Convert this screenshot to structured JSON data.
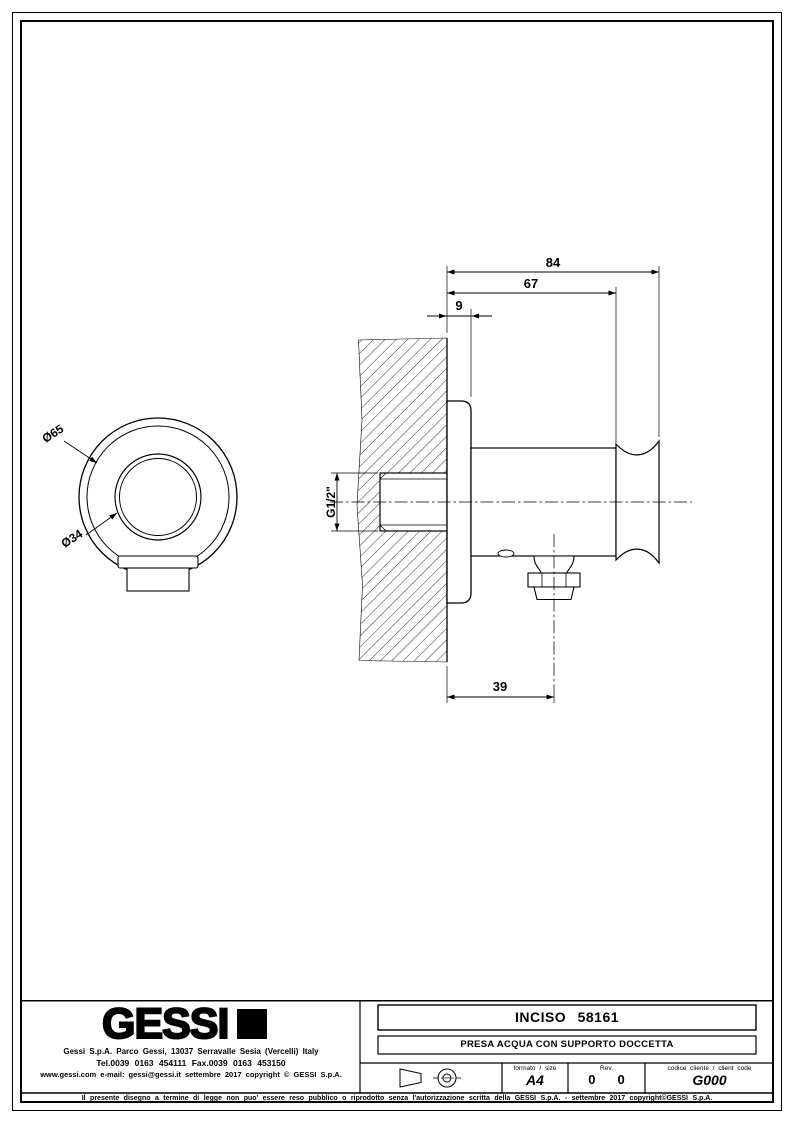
{
  "drawing": {
    "dims": {
      "d84": "84",
      "d67": "67",
      "d9": "9",
      "g12": "G1/2\"",
      "d39": "39",
      "dia65": "Ø65",
      "dia34": "Ø34"
    }
  },
  "title_block": {
    "logo_text": "GESSI",
    "title": "INCISO 58161",
    "subtitle": "PRESA ACQUA CON SUPPORTO DOCCETTA",
    "address_line1": "Gessi S.p.A. Parco Gessi, 13037 Serravalle Sesia (Vercelli) Italy",
    "address_line2": "Tel.0039 0163 454111 Fax.0039 0163 453150",
    "address_line3": "www.gessi.com e-mail: gessi@gessi.it settembre 2017 copyright © GESSI S.p.A.",
    "formato_label": "formato / size",
    "formato_value": "A4",
    "rev_label": "Rev.",
    "rev_value1": "0",
    "rev_value2": "0",
    "code_label": "codice cliente / client code",
    "code_value": "G000",
    "disclaimer": "Il presente disegno a termine di legge non puo' essere reso pubblico o riprodotto senza l'autorizzazione scritta della GESSI S.p.A. - settembre 2017 copyright©GESSI S.p.A."
  }
}
